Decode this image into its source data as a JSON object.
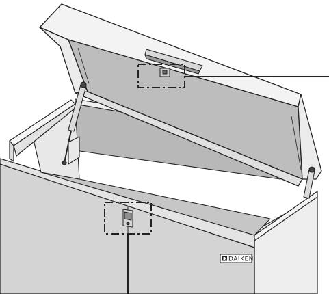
{
  "brand": {
    "name": "DAIKEN",
    "logo_icon": "daiken-d-logo-icon"
  },
  "callouts": [
    {
      "name": "lid-latch-callout",
      "icon": "latch-receiver-icon"
    },
    {
      "name": "front-latch-callout",
      "icon": "latch-clasp-icon"
    }
  ],
  "colors": {
    "line": "#222222",
    "panel_light": "#f2f2f2",
    "panel_mid": "#e6e6e6",
    "panel_dark": "#cfcfcf",
    "interior": "#bdbdbd"
  }
}
